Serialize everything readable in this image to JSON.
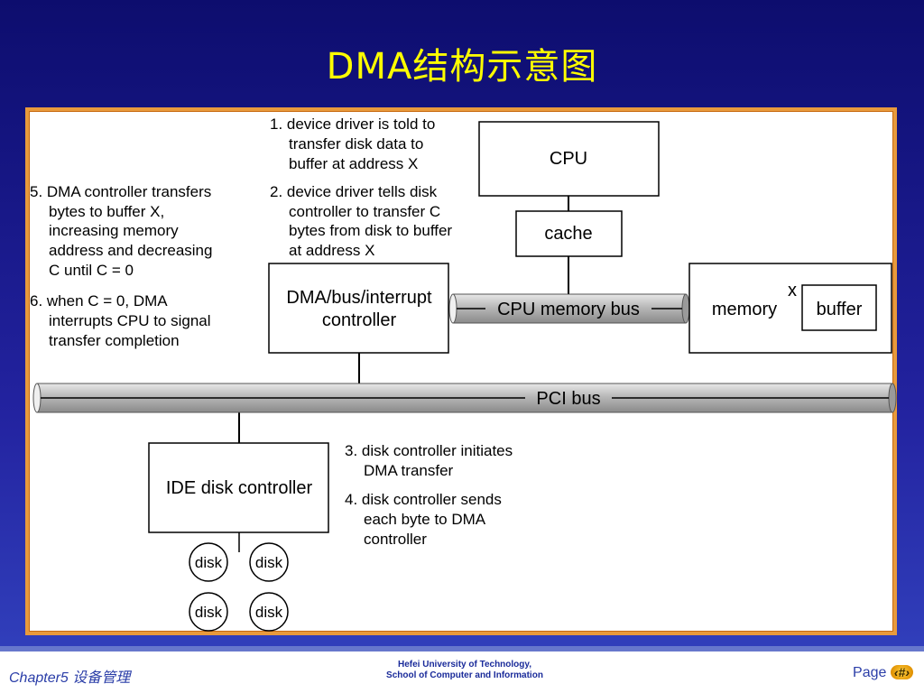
{
  "slide": {
    "title": "DMA结构示意图"
  },
  "boxes": {
    "cpu": "CPU",
    "cache": "cache",
    "dma_line1": "DMA/bus/interrupt",
    "dma_line2": "controller",
    "memory": "memory",
    "buffer": "buffer",
    "buffer_marker": "x",
    "ide": "IDE disk controller",
    "disks": [
      "disk",
      "disk",
      "disk",
      "disk"
    ]
  },
  "buses": {
    "cpu_memory_bus": "CPU memory bus",
    "pci_bus": "PCI bus"
  },
  "steps": {
    "step1": [
      "1. device driver is told to",
      "transfer disk data to",
      "buffer at address X"
    ],
    "step2": [
      "2. device driver tells disk",
      "controller to transfer C",
      "bytes from disk to buffer",
      "at address X"
    ],
    "step3": [
      "3. disk controller initiates",
      "DMA transfer"
    ],
    "step4": [
      "4. disk controller sends",
      "each byte to DMA",
      "controller"
    ],
    "step5": [
      "5. DMA controller transfers",
      "bytes to buffer X,",
      "increasing memory",
      "address and decreasing",
      "C until C = 0"
    ],
    "step6": [
      "6. when C = 0, DMA",
      "interrupts CPU to signal",
      "transfer completion"
    ]
  },
  "footer": {
    "chapter": "Chapter5 设备管理",
    "university_line1": "Hefei University of Technology,",
    "university_line2": "School of Computer and Information",
    "page_label": "Page",
    "page_number": "‹#›"
  }
}
